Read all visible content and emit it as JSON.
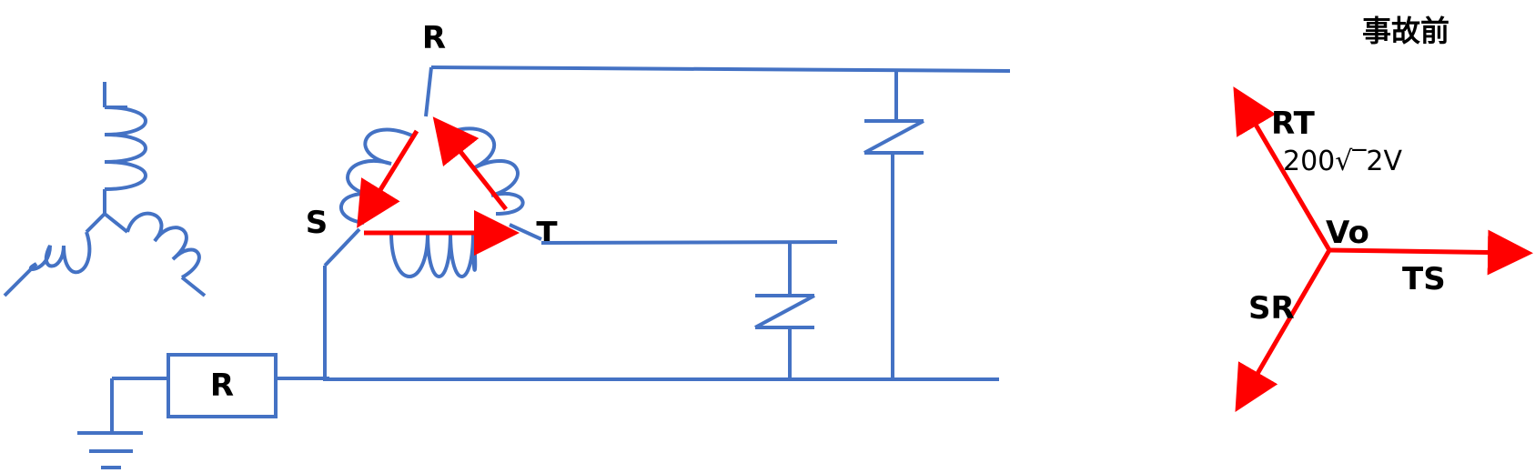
{
  "colors": {
    "wire": "#4472C4",
    "vector": "#FF0000",
    "text": "#000000",
    "background": "#FFFFFF"
  },
  "circuit": {
    "label_r_top": "R",
    "label_s": "S",
    "label_t": "T",
    "resistor_label": "R"
  },
  "phasor": {
    "title": "事故前",
    "label_rt": "RT",
    "voltage": "200√‾2V",
    "label_vo": "Vo",
    "label_ts": "TS",
    "label_sr": "SR"
  }
}
